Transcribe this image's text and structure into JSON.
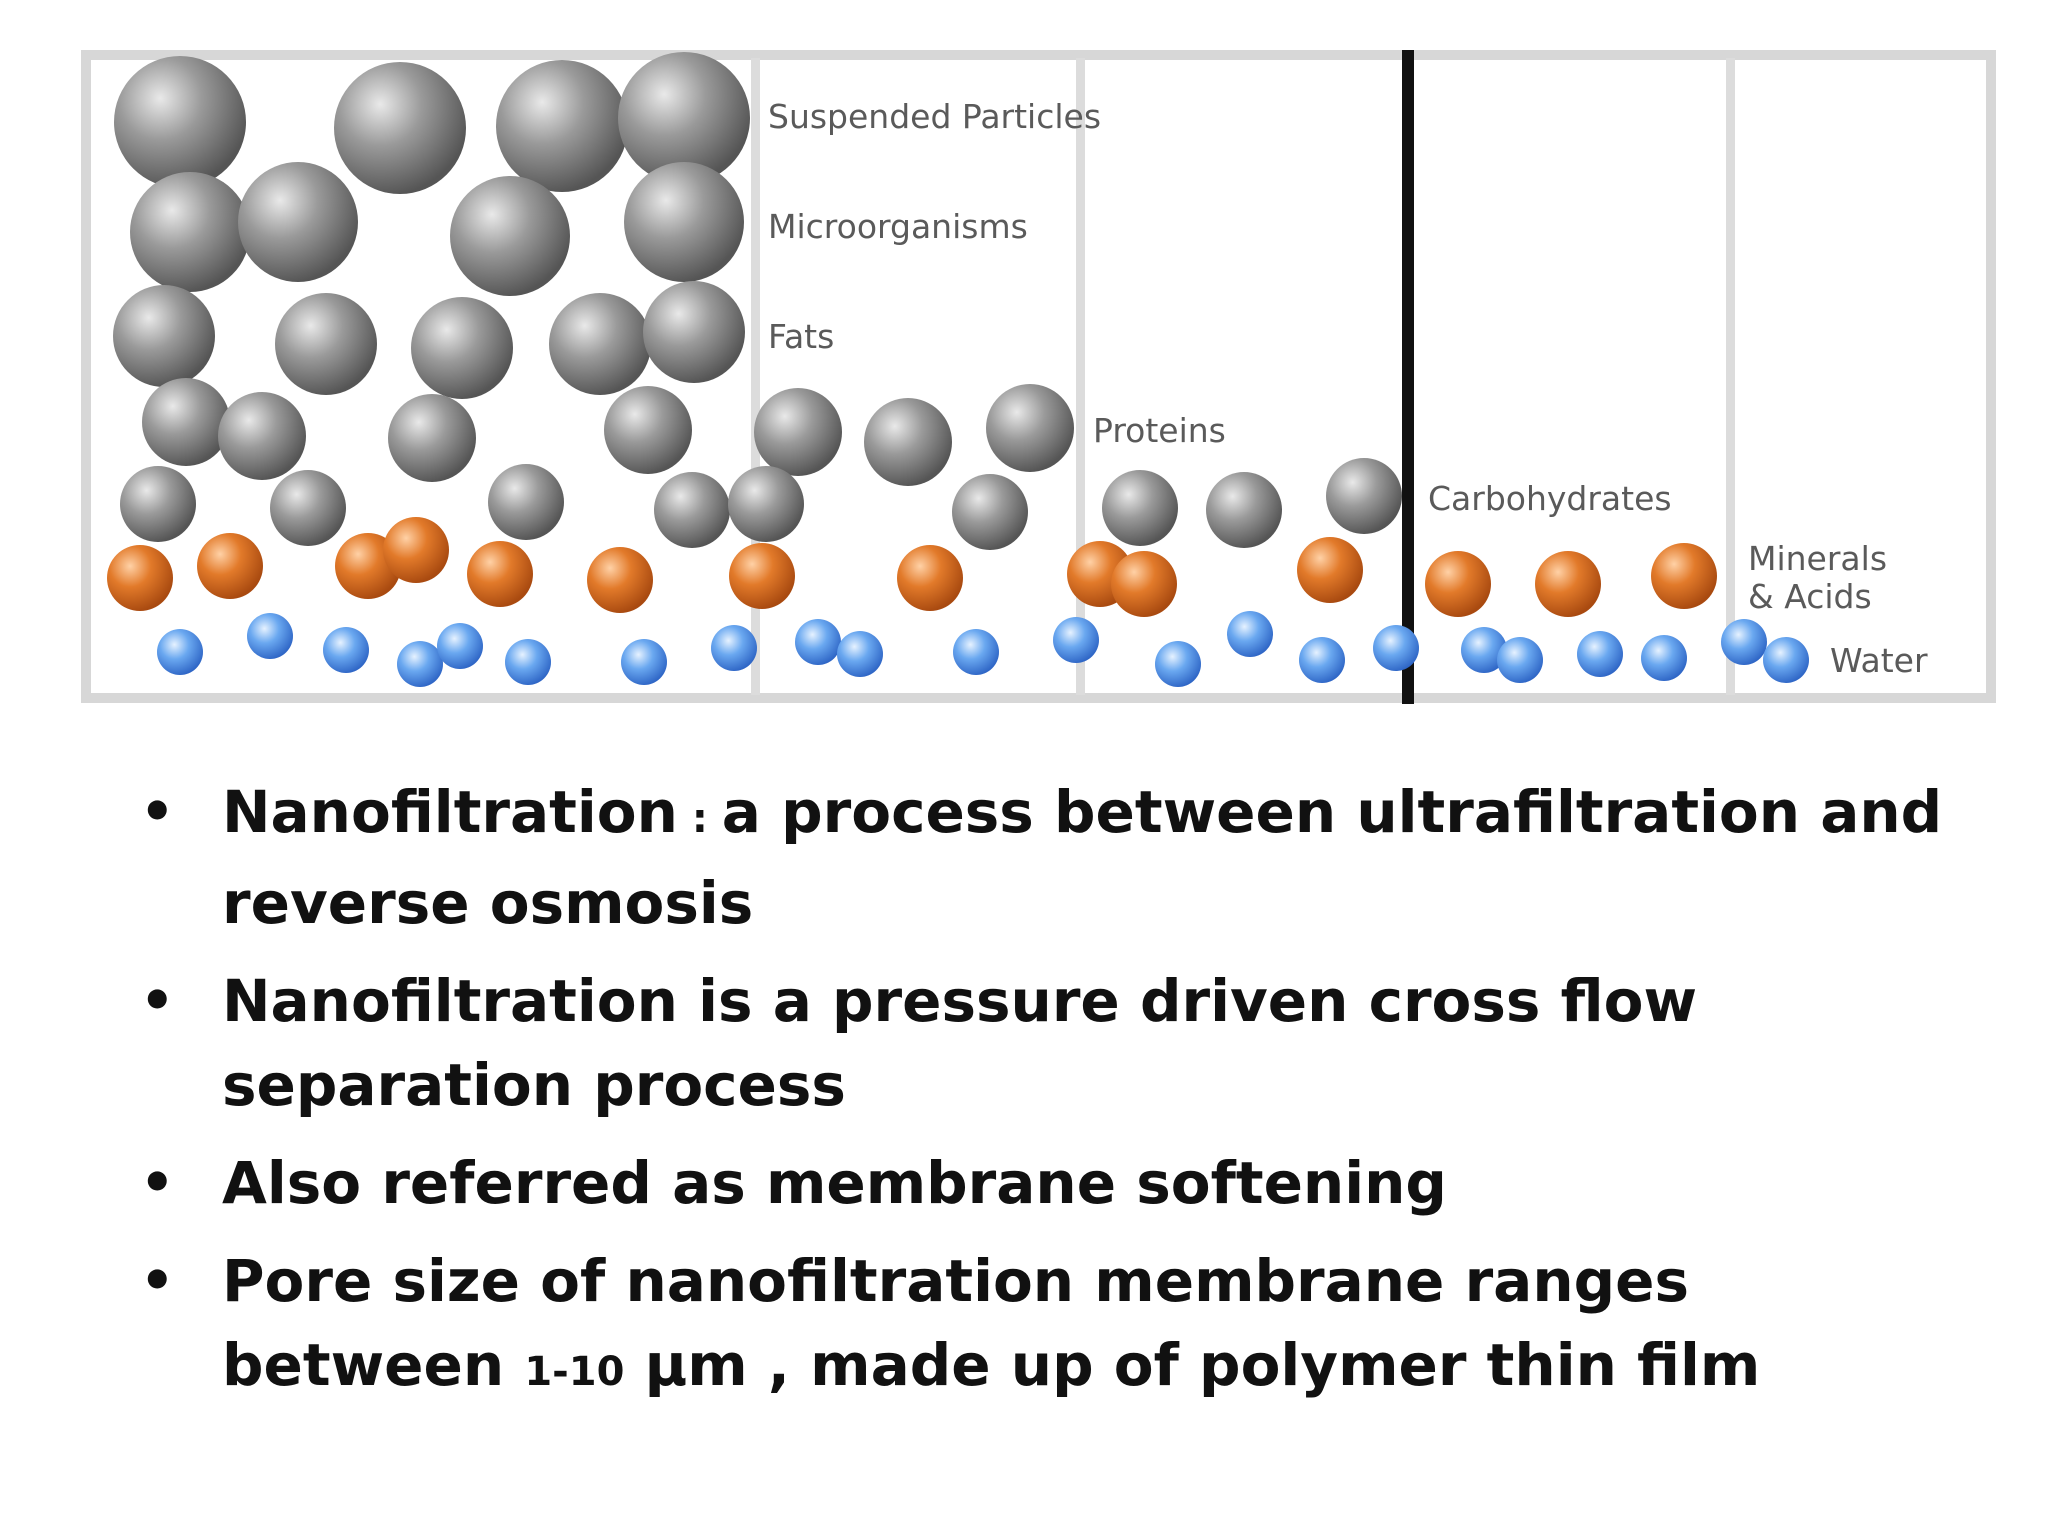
{
  "diagram": {
    "colors": {
      "frame": "#d7d7d7",
      "divider": "#dcdcdc",
      "membrane": "#111111",
      "gray_particle": "#8a8a8a",
      "orange_particle": "#d2691e",
      "blue_particle": "#4a90e2"
    },
    "labels": [
      {
        "id": "suspended",
        "text": "Suspended Particles"
      },
      {
        "id": "micro",
        "text": "Microorganisms"
      },
      {
        "id": "fats",
        "text": "Fats"
      },
      {
        "id": "proteins",
        "text": "Proteins"
      },
      {
        "id": "carbs",
        "text": "Carbohydrates"
      },
      {
        "id": "minerals1",
        "text": "Minerals"
      },
      {
        "id": "minerals2",
        "text": "& Acids"
      },
      {
        "id": "water",
        "text": "Water"
      }
    ]
  },
  "bullets": [
    {
      "parts": [
        {
          "text": "Nanofiltration",
          "cls": ""
        },
        {
          "text": " : ",
          "cls": "small"
        },
        {
          "text": "a process between ultrafiltration and reverse osmosis",
          "cls": ""
        }
      ]
    },
    {
      "parts": [
        {
          "text": "Nanofiltration is a pressure driven cross flow separation process",
          "cls": ""
        }
      ]
    },
    {
      "parts": [
        {
          "text": "Also referred as membrane softening",
          "cls": ""
        }
      ]
    },
    {
      "parts": [
        {
          "text": "Pore size of nanofiltration membrane ranges between ",
          "cls": ""
        },
        {
          "text": "1-10",
          "cls": "small"
        },
        {
          "text": " μm , made up of polymer thin film",
          "cls": ""
        }
      ]
    }
  ],
  "bullet_symbol": "•"
}
